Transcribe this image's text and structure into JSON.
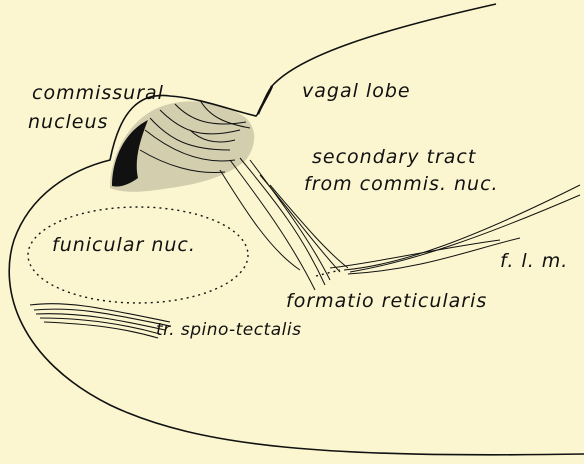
{
  "labels": {
    "commissural": "commissural",
    "nucleus": "nucleus",
    "vagal_lobe": "vagal lobe",
    "secondary_tract": "secondary tract",
    "from_commis": "from commis. nuc.",
    "funicular": "funicular nuc.",
    "flm": "f. l. m.",
    "formatio": "formatio reticularis",
    "spino_tectalis": "tr. spino-tectalis"
  },
  "colors": {
    "paper": "#fbf6cf",
    "ink": "#111111"
  }
}
